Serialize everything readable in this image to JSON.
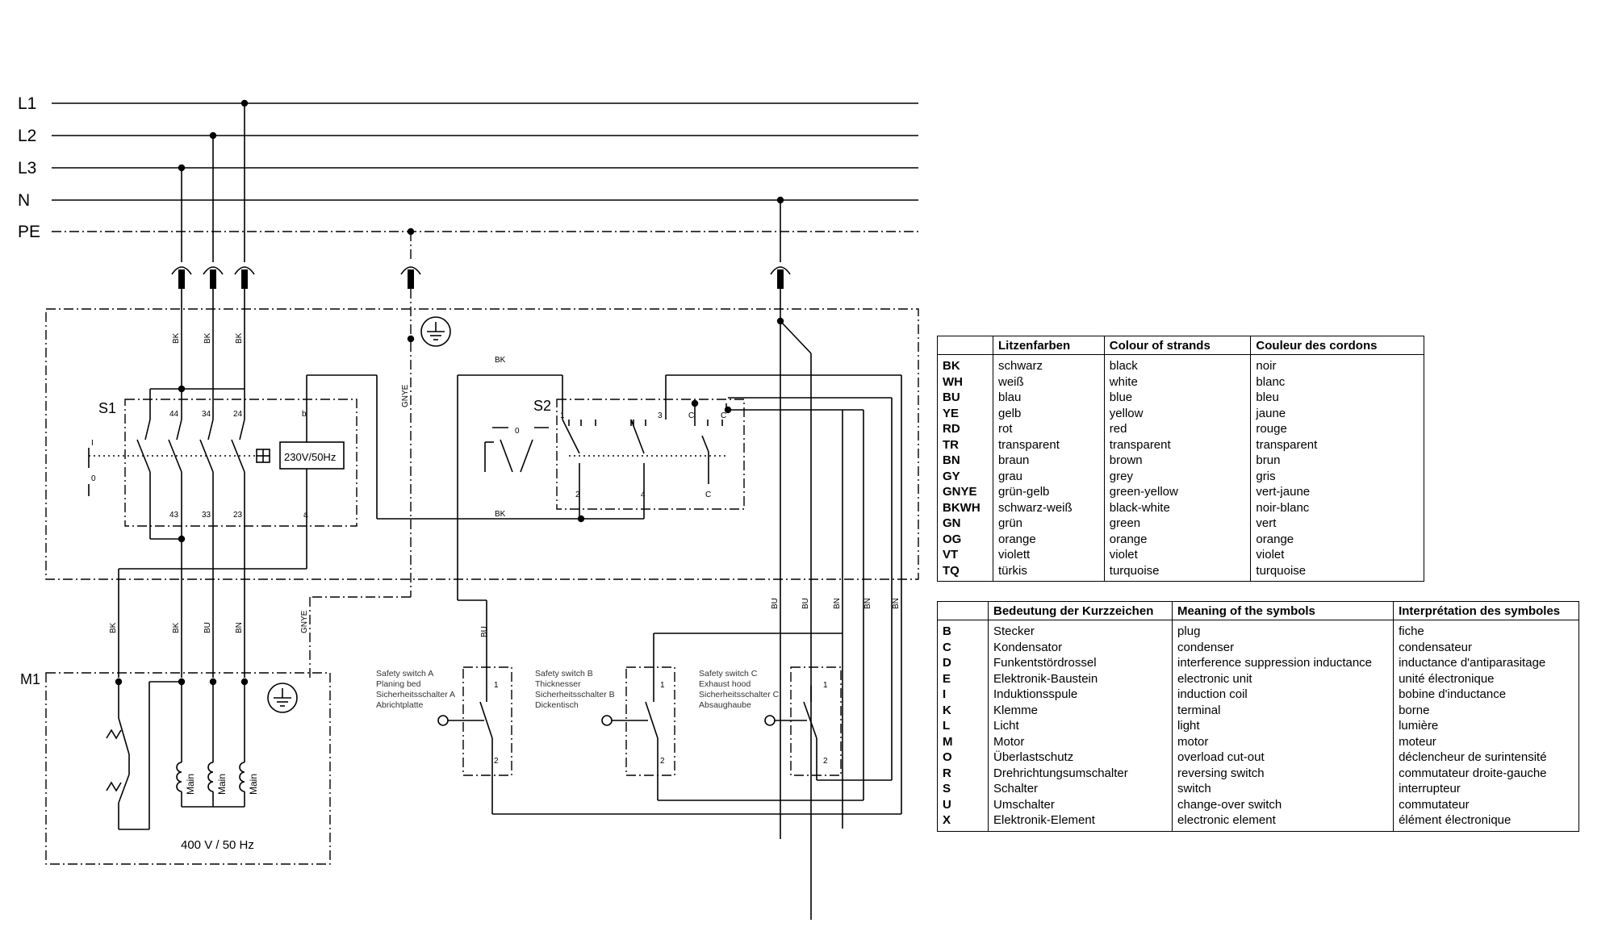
{
  "buses": [
    "L1",
    "L2",
    "L3",
    "N",
    "PE"
  ],
  "components": {
    "s1": "S1",
    "s2": "S2",
    "m1": "M1",
    "s1_supply": "230V/50Hz",
    "motor_supply": "400 V / 50 Hz",
    "motor_winding": "Main"
  },
  "terminals": {
    "s1_top": [
      "44",
      "34",
      "24",
      "b"
    ],
    "s1_bottom": [
      "43",
      "33",
      "23",
      "a"
    ],
    "s1_switch": [
      "I",
      "0"
    ],
    "s2_top": [
      "1",
      "3",
      "C",
      "C"
    ],
    "s2_bottom": [
      "2",
      "4",
      "C"
    ],
    "s2_lever": "0",
    "safety_switch": [
      "1",
      "2"
    ]
  },
  "wire_colors": {
    "bk": "BK",
    "bu": "BU",
    "bn": "BN",
    "gnye": "GNYE"
  },
  "safety_switches": [
    {
      "lines": [
        "Safety switch A",
        "Planing bed",
        "Sicherheitsschalter A",
        "Abrichtplatte"
      ]
    },
    {
      "lines": [
        "Safety switch B",
        "Thicknesser",
        "Sicherheitsschalter B",
        "Dickentisch"
      ]
    },
    {
      "lines": [
        "Safety switch C",
        "Exhaust hood",
        "Sicherheitsschalter C",
        "Absaughaube"
      ]
    }
  ],
  "colour_table": {
    "headers": [
      "",
      "Litzenfarben",
      "Colour of strands",
      "Couleur des cordons"
    ],
    "rows": [
      [
        "BK",
        "schwarz",
        "black",
        "noir"
      ],
      [
        "WH",
        "weiß",
        "white",
        "blanc"
      ],
      [
        "BU",
        "blau",
        "blue",
        "bleu"
      ],
      [
        "YE",
        "gelb",
        "yellow",
        "jaune"
      ],
      [
        "RD",
        "rot",
        "red",
        "rouge"
      ],
      [
        "TR",
        "transparent",
        "transparent",
        "transparent"
      ],
      [
        "BN",
        "braun",
        "brown",
        "brun"
      ],
      [
        "GY",
        "grau",
        "grey",
        "gris"
      ],
      [
        "GNYE",
        "grün-gelb",
        "green-yellow",
        "vert-jaune"
      ],
      [
        "BKWH",
        "schwarz-weiß",
        "black-white",
        "noir-blanc"
      ],
      [
        "GN",
        "grün",
        "green",
        "vert"
      ],
      [
        "OG",
        "orange",
        "orange",
        "orange"
      ],
      [
        "VT",
        "violett",
        "violet",
        "violet"
      ],
      [
        "TQ",
        "türkis",
        "turquoise",
        "turquoise"
      ]
    ]
  },
  "symbol_table": {
    "headers": [
      "",
      "Bedeutung der Kurzzeichen",
      "Meaning of the symbols",
      "Interprétation des symboles"
    ],
    "rows": [
      [
        "B",
        "Stecker",
        "plug",
        "fiche"
      ],
      [
        "C",
        "Kondensator",
        "condenser",
        "condensateur"
      ],
      [
        "D",
        "Funkentstördrossel",
        "interference suppression inductance",
        "inductance d'antiparasitage"
      ],
      [
        "E",
        "Elektronik-Baustein",
        "electronic unit",
        "unité électronique"
      ],
      [
        "I",
        "Induktionsspule",
        "induction coil",
        "bobine d'inductance"
      ],
      [
        "K",
        "Klemme",
        "terminal",
        "borne"
      ],
      [
        "L",
        "Licht",
        "light",
        "lumière"
      ],
      [
        "M",
        "Motor",
        "motor",
        "moteur"
      ],
      [
        "O",
        "Überlastschutz",
        "overload cut-out",
        "déclencheur de surintensité"
      ],
      [
        "R",
        "Drehrichtungsumschalter",
        "reversing switch",
        "commutateur droite-gauche"
      ],
      [
        "S",
        "Schalter",
        "switch",
        "interrupteur"
      ],
      [
        "U",
        "Umschalter",
        "change-over switch",
        "commutateur"
      ],
      [
        "X",
        "Elektronik-Element",
        "electronic element",
        "élément électronique"
      ]
    ]
  }
}
